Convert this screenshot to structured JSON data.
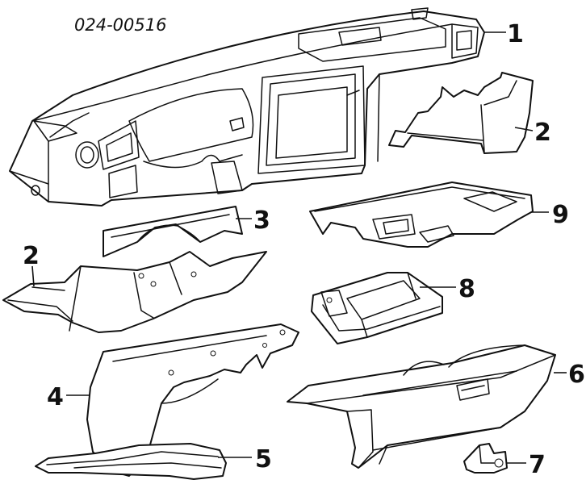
{
  "diagram": {
    "reference_code": "024-00516",
    "callouts": [
      {
        "id": "c1",
        "label": "1"
      },
      {
        "id": "c2a",
        "label": "2"
      },
      {
        "id": "c9",
        "label": "9"
      },
      {
        "id": "c3",
        "label": "3"
      },
      {
        "id": "c2b",
        "label": "2"
      },
      {
        "id": "c8",
        "label": "8"
      },
      {
        "id": "c4",
        "label": "4"
      },
      {
        "id": "c6",
        "label": "6"
      },
      {
        "id": "c5",
        "label": "5"
      },
      {
        "id": "c7",
        "label": "7"
      }
    ]
  },
  "colors": {
    "ink": "#111111",
    "paper": "#ffffff"
  }
}
